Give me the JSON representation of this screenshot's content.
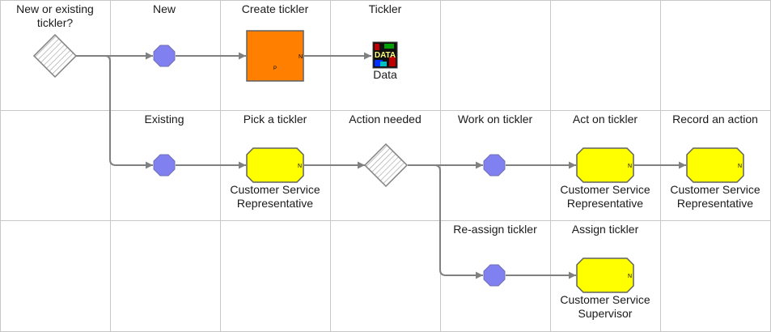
{
  "colors": {
    "grid": "#c8c8c8",
    "connector": "#808080",
    "event_fill": "#8080f0",
    "task_fill": "#ffff00",
    "subprocess_fill": "#ff8000",
    "gateway_fill": "#ffffff"
  },
  "labels": {
    "gateway_new_or_existing": "New or existing tickler?",
    "event_new": "New",
    "task_create_tickler": "Create tickler",
    "data_tickler": "Tickler",
    "data_caption": "Data",
    "data_icon_text": "DATA",
    "event_existing": "Existing",
    "task_pick_tickler": "Pick a tickler",
    "gateway_action_needed": "Action needed",
    "event_work_on_tickler": "Work on tickler",
    "task_act_on_tickler": "Act on tickler",
    "task_record_action": "Record an action",
    "event_reassign_tickler": "Re-assign tickler",
    "task_assign_tickler": "Assign tickler"
  },
  "roles": {
    "csr": "Customer Service Representative",
    "css": "Customer Service Supervisor"
  },
  "markers": {
    "n": "N",
    "p": "P"
  }
}
